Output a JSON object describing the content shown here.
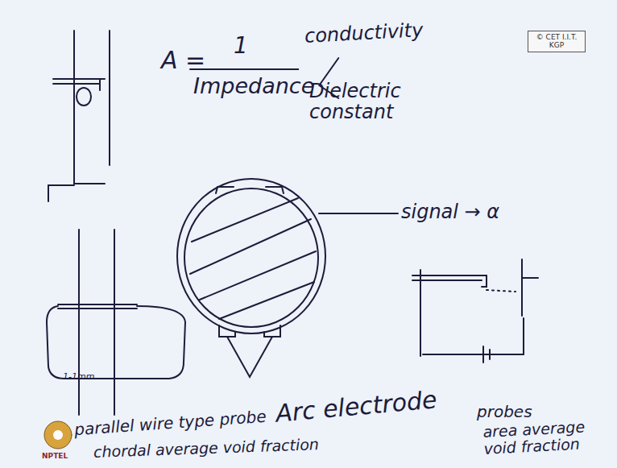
{
  "diagram": {
    "nodes": [
      {
        "text": [
          "© CET I.I.T. KGP"
        ]
      }
    ],
    "labels": [
      "A =",
      "1",
      "Impedance",
      "conductivity",
      "Dielectric constant",
      "signal → α",
      "Arc electrode",
      "1-1mm",
      "parallel wire type probe",
      "chordal average void fraction",
      "probes",
      "area average void fraction",
      "NPTEL"
    ]
  }
}
